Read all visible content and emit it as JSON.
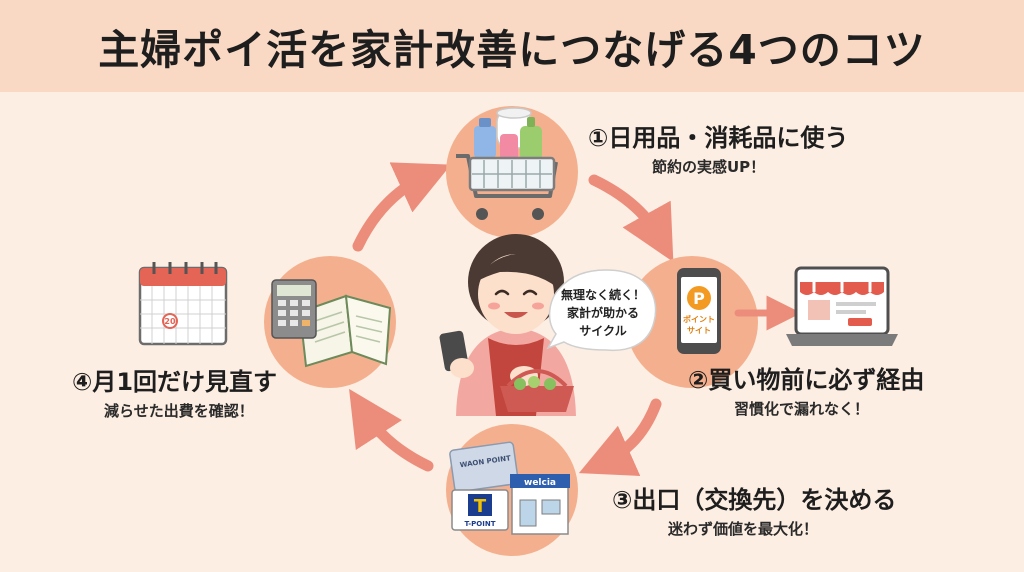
{
  "title": "主婦ポイ活を家計改善につなげる4つのコツ",
  "steps": [
    {
      "title": "①日用品・消耗品に使う",
      "subtitle": "節約の実感UP！",
      "icon": "shopping-cart-icon"
    },
    {
      "title": "②買い物前に必ず経由",
      "subtitle": "習慣化で漏れなく！",
      "icon": "smartphone-point-site-icon"
    },
    {
      "title": "③出口（交換先）を決める",
      "subtitle": "迷わず価値を最大化！",
      "icon": "point-card-store-icon"
    },
    {
      "title": "④月1回だけ見直す",
      "subtitle": "減らせた出費を確認！",
      "icon": "calculator-notebook-icon"
    }
  ],
  "center": {
    "bubble_lines": [
      "無理なく続く！",
      "家計が助かる",
      "サイクル"
    ]
  },
  "phone_label": [
    "ポイント",
    "サイト"
  ],
  "card_labels": {
    "waon": "WAON POINT",
    "store": "welcia",
    "tpoint_logo": "T",
    "tpoint": "T-POINT"
  },
  "calendar_mark": "20",
  "colors": {
    "background": "#fdeee3",
    "header": "#f9d9c4",
    "circle": "#f4b08e",
    "arrow": "#ec8d7c",
    "phone_accent": "#f39a22"
  }
}
